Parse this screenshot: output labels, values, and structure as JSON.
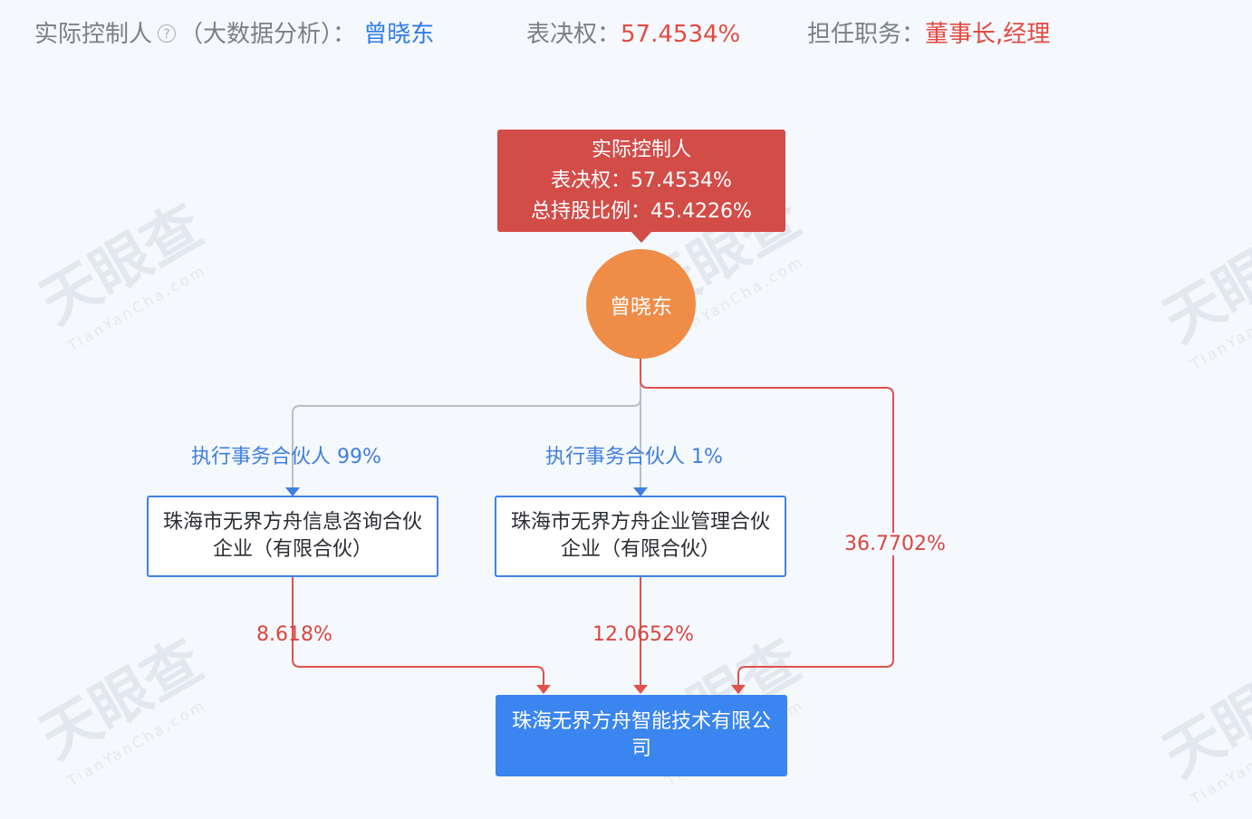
{
  "header": {
    "controller_label": "实际控制人",
    "controller_note": "（大数据分析）",
    "separator": "：",
    "controller_name": "曾晓东",
    "vote_label": "表决权：",
    "vote_value": "57.4534%",
    "position_label": "担任职务：",
    "position_value": "董事长,经理"
  },
  "watermark": {
    "brand": "天眼查",
    "domain": "TianYanCha.com"
  },
  "controller_box": {
    "title": "实际控制人",
    "vote": "表决权：57.4534%",
    "total_share": "总持股比例：45.4226%"
  },
  "person": {
    "name": "曾晓东"
  },
  "entities": [
    {
      "name": "珠海市无界方舟信息咨询合伙企业（有限合伙）",
      "role": "执行事务合伙人 99%",
      "stake": "8.618%"
    },
    {
      "name": "珠海市无界方舟企业管理合伙企业（有限合伙）",
      "role": "执行事务合伙人 1%",
      "stake": "12.0652%"
    }
  ],
  "direct_stake": "36.7702%",
  "target": {
    "name": "珠海无界方舟智能技术有限公司"
  },
  "colors": {
    "controller": "#d24c48",
    "person": "#ef8c47",
    "target": "#3a85ef",
    "gray_line": "#b9bec7",
    "red_line": "#e0514b",
    "blue_arrow": "#3f7fde"
  }
}
